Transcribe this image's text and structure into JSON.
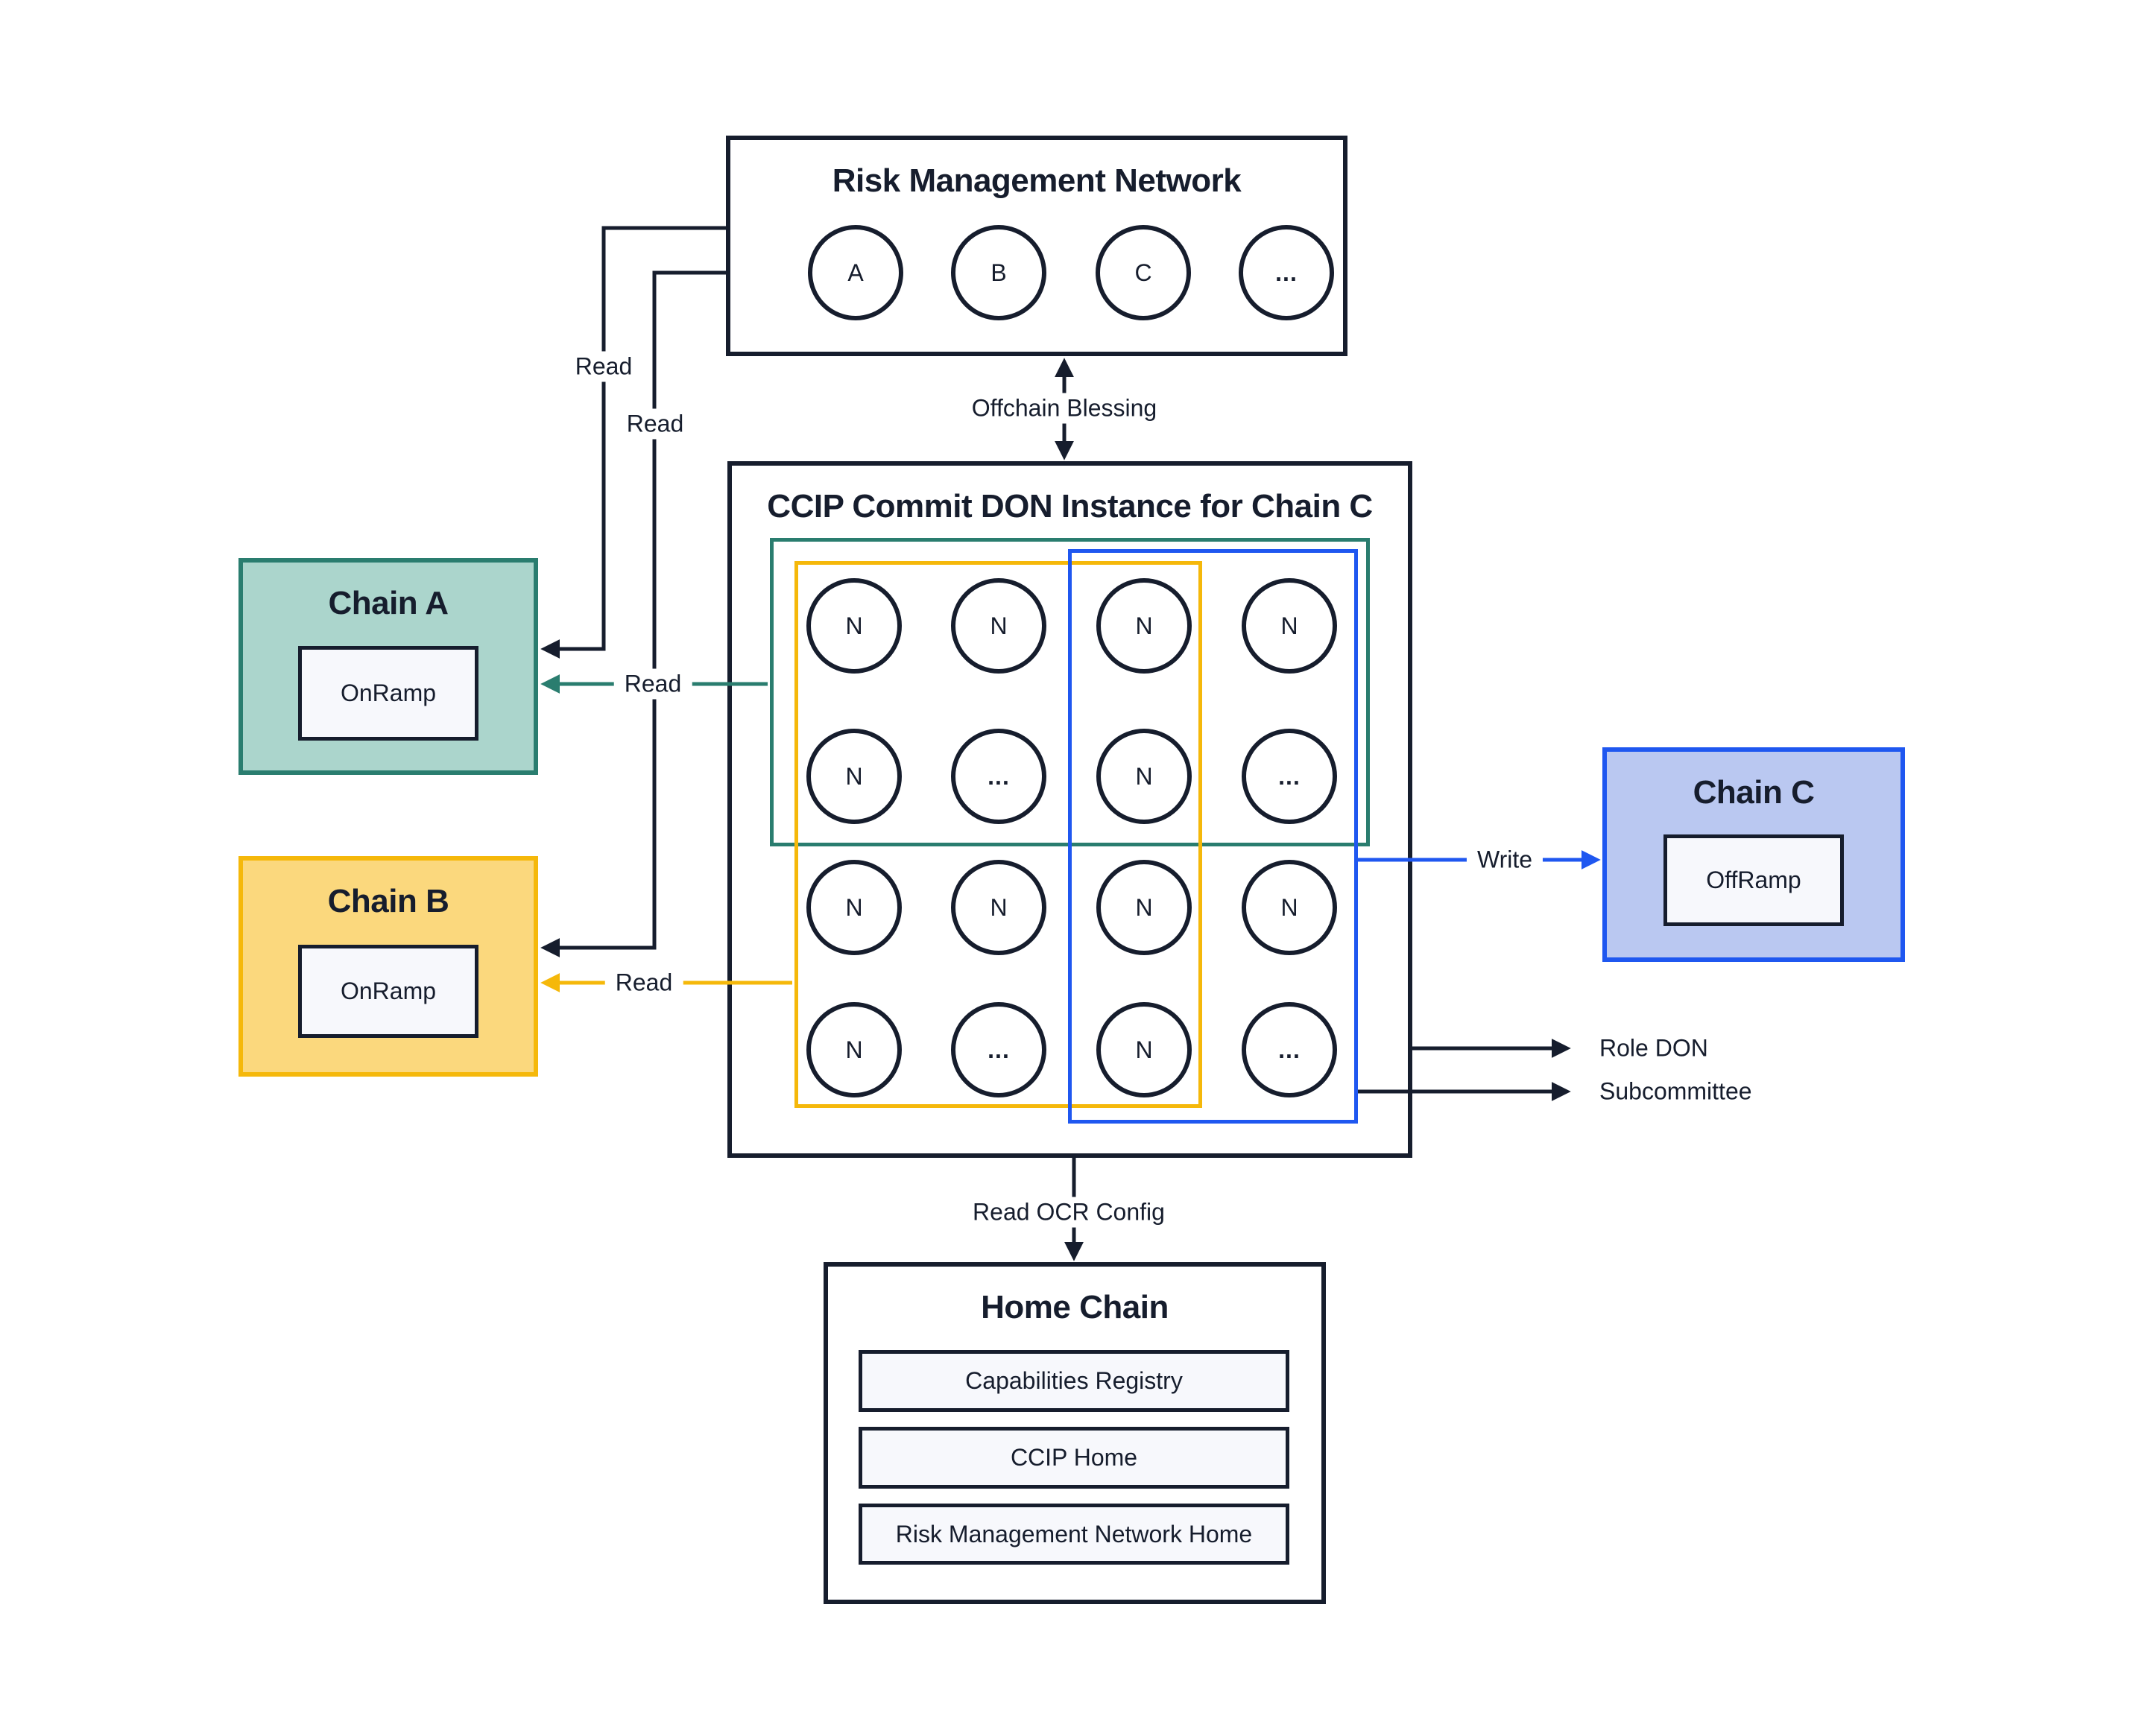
{
  "rmn": {
    "title": "Risk Management Network",
    "nodes": [
      "A",
      "B",
      "C",
      "..."
    ]
  },
  "don": {
    "title": "CCIP Commit DON Instance for Chain C",
    "nodes": [
      "N",
      "N",
      "N",
      "N",
      "N",
      "...",
      "N",
      "...",
      "N",
      "N",
      "N",
      "N",
      "N",
      "...",
      "N",
      "..."
    ]
  },
  "chains": {
    "a": {
      "title": "Chain A",
      "contract": "OnRamp"
    },
    "b": {
      "title": "Chain B",
      "contract": "OnRamp"
    },
    "c": {
      "title": "Chain C",
      "contract": "OffRamp"
    }
  },
  "home": {
    "title": "Home Chain",
    "contracts": [
      "Capabilities Registry",
      "CCIP Home",
      "Risk Management Network Home"
    ]
  },
  "edges": {
    "read_rmn_chain_a": "Read",
    "read_rmn_chain_b": "Read",
    "read_don_chain_a": "Read",
    "read_don_chain_b": "Read",
    "offchain_blessing": "Offchain Blessing",
    "write": "Write",
    "role_don": "Role DON",
    "subcommittee": "Subcommittee",
    "read_ocr_config": "Read OCR Config"
  },
  "colors": {
    "navy": "#161d2d",
    "teal_stroke": "#2a7d6f",
    "teal_fill": "#abd5cc",
    "yellow_stroke": "#f5b80a",
    "yellow_fill": "#fbd87d",
    "blue_stroke": "#1f57f0",
    "blue_fill": "#bac8f1",
    "contract_fill": "#f7f8fc"
  }
}
